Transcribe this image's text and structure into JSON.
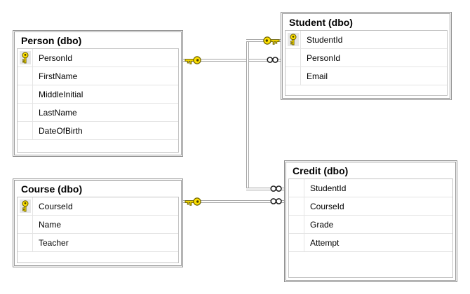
{
  "tables": {
    "person": {
      "title": "Person (dbo)",
      "columns": [
        {
          "name": "PersonId",
          "primary_key": true
        },
        {
          "name": "FirstName",
          "primary_key": false
        },
        {
          "name": "MiddleInitial",
          "primary_key": false
        },
        {
          "name": "LastName",
          "primary_key": false
        },
        {
          "name": "DateOfBirth",
          "primary_key": false
        }
      ]
    },
    "student": {
      "title": "Student (dbo)",
      "columns": [
        {
          "name": "StudentId",
          "primary_key": true
        },
        {
          "name": "PersonId",
          "primary_key": false
        },
        {
          "name": "Email",
          "primary_key": false
        }
      ]
    },
    "course": {
      "title": "Course (dbo)",
      "columns": [
        {
          "name": "CourseId",
          "primary_key": true
        },
        {
          "name": "Name",
          "primary_key": false
        },
        {
          "name": "Teacher",
          "primary_key": false
        }
      ]
    },
    "credit": {
      "title": "Credit (dbo)",
      "columns": [
        {
          "name": "StudentId",
          "primary_key": false
        },
        {
          "name": "CourseId",
          "primary_key": false
        },
        {
          "name": "Grade",
          "primary_key": false
        },
        {
          "name": "Attempt",
          "primary_key": false
        }
      ]
    }
  },
  "relationships": [
    {
      "one_side": "Person",
      "many_side": "Student",
      "one_symbol": "key",
      "many_symbol": "infinity"
    },
    {
      "one_side": "Student",
      "many_side": "Credit",
      "one_symbol": "key",
      "many_symbol": "infinity"
    },
    {
      "one_side": "Course",
      "many_side": "Credit",
      "one_symbol": "key",
      "many_symbol": "infinity"
    }
  ],
  "colors": {
    "key_fill": "#ffe000",
    "key_outline": "#6e6400",
    "connector_gray": "#a4a4a4",
    "table_border": "#8f8f8f",
    "grid_border": "#c3c3c3",
    "row_separator": "#e4e4e4",
    "pk_cell_background": "#e7e7e7",
    "background": "#ffffff",
    "text": "#000000"
  }
}
